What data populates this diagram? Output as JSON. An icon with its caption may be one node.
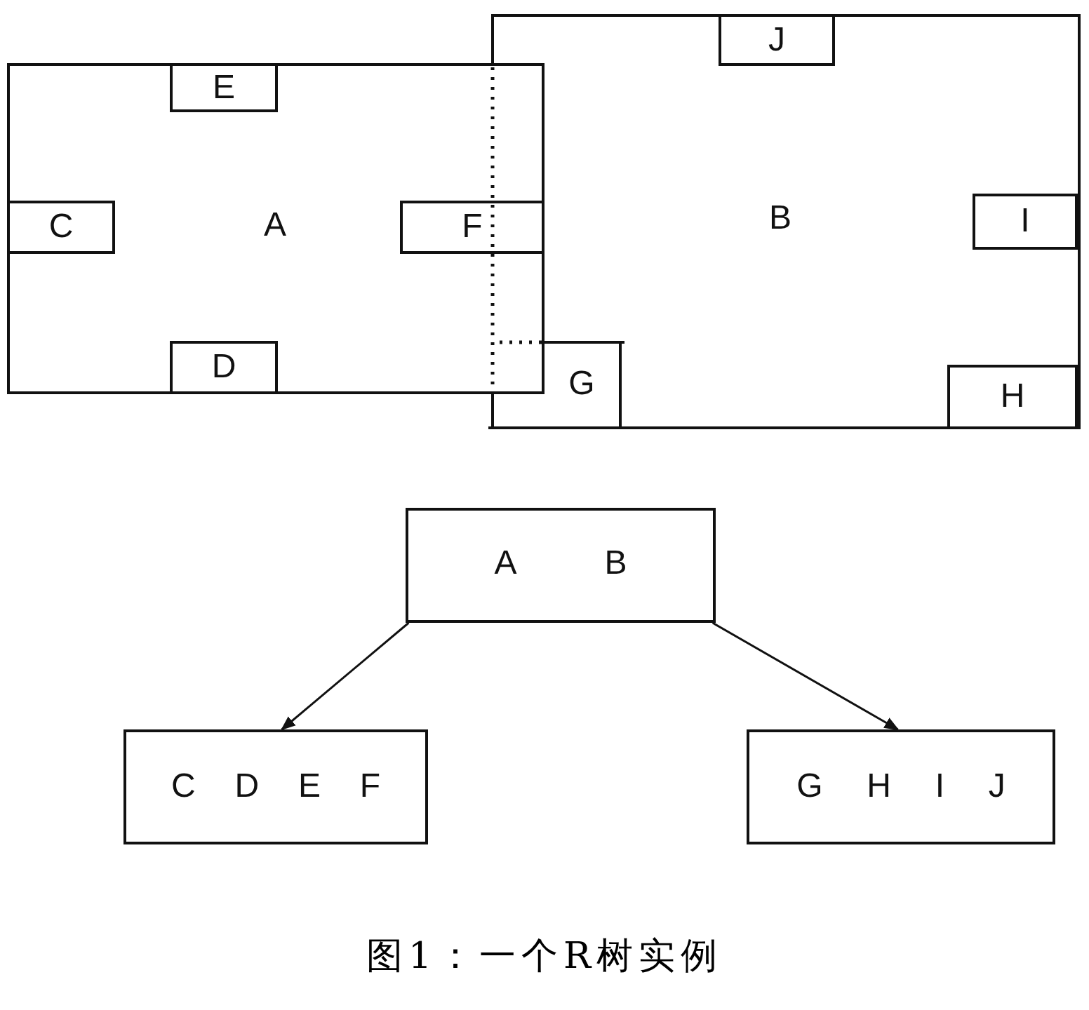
{
  "diagram": {
    "caption": "图1：一个R树实例",
    "nodes": [
      {
        "text": [
          "A"
        ]
      },
      {
        "text": [
          "E"
        ],
        "in": 0
      },
      {
        "text": [
          "C"
        ],
        "in": 0
      },
      {
        "text": [
          "F"
        ],
        "in": 0
      },
      {
        "text": [
          "D"
        ],
        "in": 0
      },
      {
        "text": [
          "B"
        ]
      },
      {
        "text": [
          "J"
        ],
        "in": 5
      },
      {
        "text": [
          "I"
        ],
        "in": 5
      },
      {
        "text": [
          "G"
        ],
        "in": 5
      },
      {
        "text": [
          "H"
        ],
        "in": 5
      },
      {
        "text": [
          "A",
          "B"
        ]
      },
      {
        "text": [
          "C",
          "D",
          "E",
          "F"
        ]
      },
      {
        "text": [
          "G",
          "H",
          "I",
          "J"
        ]
      }
    ],
    "edges": [
      {
        "from": 10,
        "to": 11,
        "arrow": "to"
      },
      {
        "from": 10,
        "to": 12,
        "arrow": "to"
      }
    ]
  }
}
